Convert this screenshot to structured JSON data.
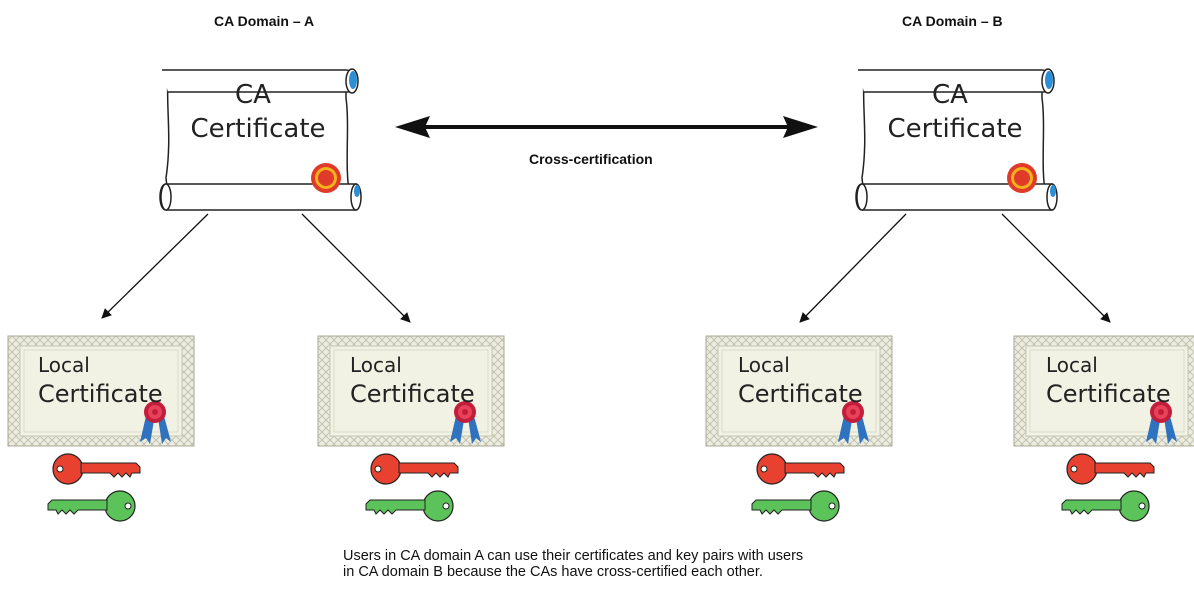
{
  "domains": [
    {
      "label": "CA Domain – A",
      "ca_certificate": {
        "line1": "CA",
        "line2": "Certificate"
      },
      "local_certificates": [
        {
          "line1": "Local",
          "line2": "Certificate"
        },
        {
          "line1": "Local",
          "line2": "Certificate"
        }
      ]
    },
    {
      "label": "CA Domain – B",
      "ca_certificate": {
        "line1": "CA",
        "line2": "Certificate"
      },
      "local_certificates": [
        {
          "line1": "Local",
          "line2": "Certificate"
        },
        {
          "line1": "Local",
          "line2": "Certificate"
        }
      ]
    }
  ],
  "cross_certification_label": "Cross-certification",
  "caption": {
    "line1": "Users in CA domain A can use their certificates and key pairs with users",
    "line2": "in CA domain B because the CAs have cross-certified each other."
  },
  "colors": {
    "scroll_fill": "#ffffff",
    "scroll_outline": "#222222",
    "scroll_roll_blue": "#2b8fd6",
    "seal_red": "#e03a2a",
    "seal_gold": "#f2b21b",
    "certificate_frame": "#f1f1e4",
    "certificate_border_pattern": "#b9b9a6",
    "ribbon_blue": "#2f72c0",
    "private_key_red": "#e8412f",
    "public_key_green": "#5cc25a"
  },
  "icons": [
    "ca-scroll-icon",
    "seal-icon",
    "certificate-icon",
    "ribbon-seal-icon",
    "red-key-icon",
    "green-key-icon"
  ]
}
